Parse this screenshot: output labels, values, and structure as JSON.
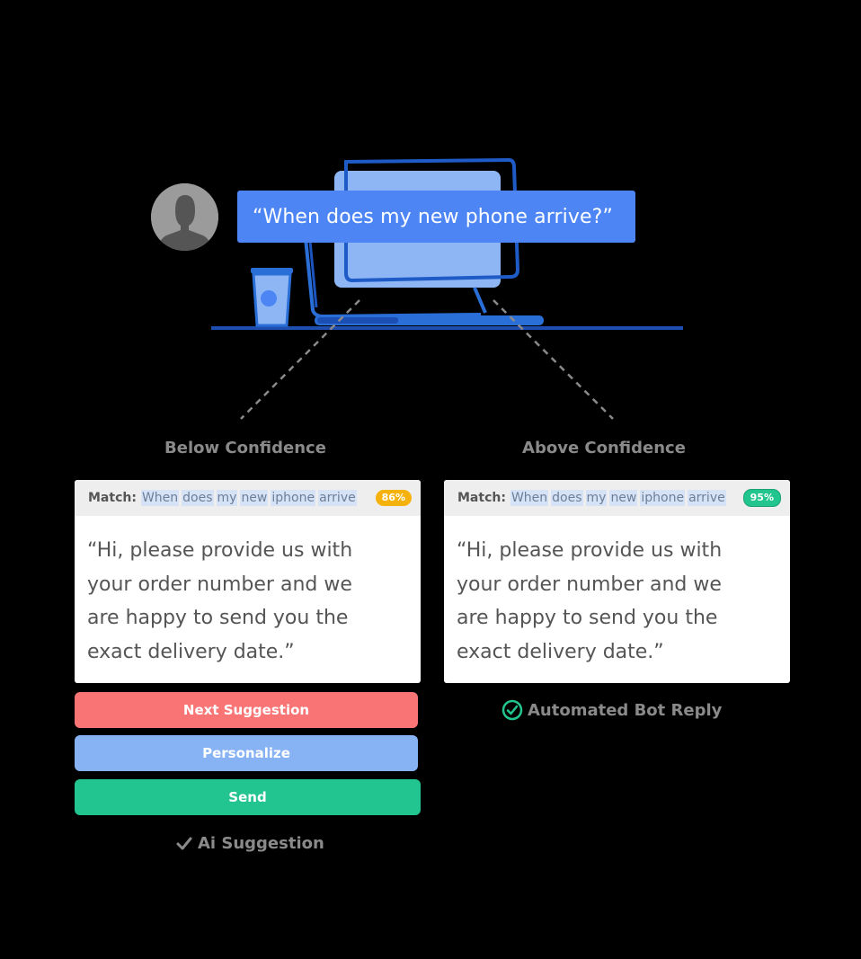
{
  "question": "“When does my new phone arrive?”",
  "columns": {
    "left": {
      "label": "Below Confidence",
      "match_label": "Match:",
      "match_words": [
        "When",
        "does",
        "my",
        "new",
        "iphone",
        "arrive"
      ],
      "confidence": "86%",
      "reply": "“Hi, please provide us with\n your order number and we\n are happy to send you the\n exact delivery date.”",
      "buttons": {
        "next": "Next Suggestion",
        "personalize": "Personalize",
        "send": "Send"
      },
      "footnote": "Ai Suggestion"
    },
    "right": {
      "label": "Above Confidence",
      "match_label": "Match:",
      "match_words": [
        "When",
        "does",
        "my",
        "new",
        "iphone",
        "arrive"
      ],
      "confidence": "95%",
      "reply": "“Hi, please provide us with\n your order number and we\n are happy to send you the\n exact delivery date.”",
      "footnote": "Automated Bot Reply"
    }
  },
  "colors": {
    "background": "#000000",
    "bubble": "#4d86f4",
    "next": "#f97575",
    "personalize": "#87b2f4",
    "send": "#22c48f",
    "badge_below": "#f6b20c",
    "badge_above": "#21c58d"
  },
  "icons": [
    "user-avatar-icon",
    "coffee-cup-icon",
    "laptop-icon",
    "check-icon",
    "check-circle-icon"
  ]
}
